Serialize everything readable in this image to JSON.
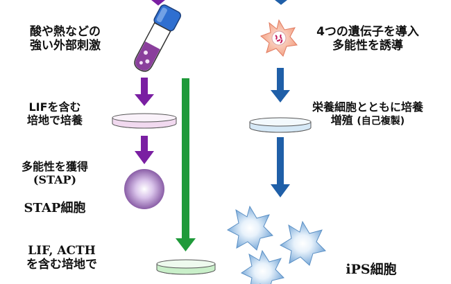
{
  "left_column": {
    "stimulus_label": [
      "酸や熱などの",
      "強い外部刺激"
    ],
    "culture_label": [
      "LIFを含む",
      "培地で培養"
    ],
    "acquire_label": "多能性を獲得",
    "stap_paren": "(STAP)",
    "stap_cells": "STAP細胞",
    "acth_label": [
      "LIF, ACTH",
      "を含む培地で"
    ]
  },
  "right_column": {
    "genes_label": [
      "4つの遺伝子を導入",
      "多能性を誘導"
    ],
    "feeder_label": "栄養細胞とともに培養",
    "proliferation": "増殖",
    "self_replication": "(自己複製)",
    "ips_cells": "iPS細胞"
  },
  "colors": {
    "purple_arrow": "#7a1fa2",
    "green_arrow": "#1f9a3a",
    "blue_arrow": "#1f5fa8",
    "tube_cap": "#2f6fd0",
    "cell_blue": "#7fb0de",
    "cell_pink": "#f4a48a"
  },
  "icons": [
    "test-tube-icon",
    "petri-dish-icon",
    "stap-cell-sphere",
    "star-cell-icon"
  ]
}
